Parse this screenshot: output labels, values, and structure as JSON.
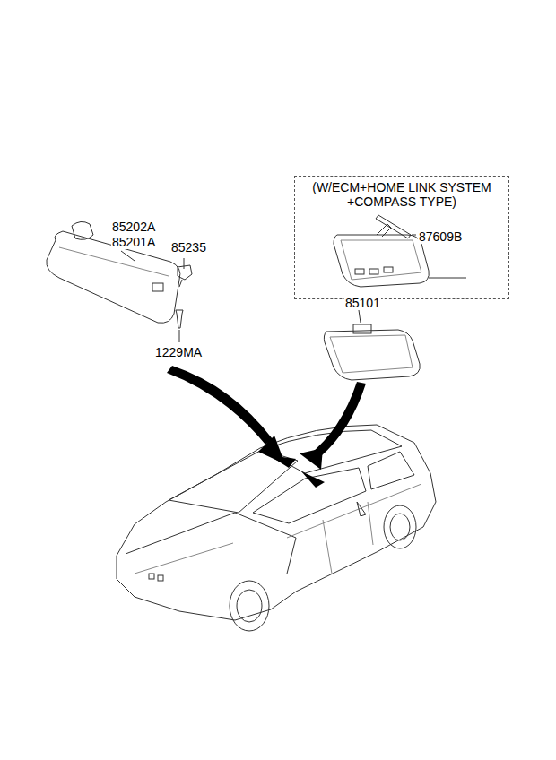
{
  "diagram": {
    "nodes": [
      {
        "text": [
          "(W/ECM+HOME LINK SYSTEM +COMPASS TYPE)"
        ]
      }
    ],
    "labels": [
      "85202A",
      "85201A",
      "85235",
      "1229MA",
      "87609B",
      "85101"
    ]
  }
}
